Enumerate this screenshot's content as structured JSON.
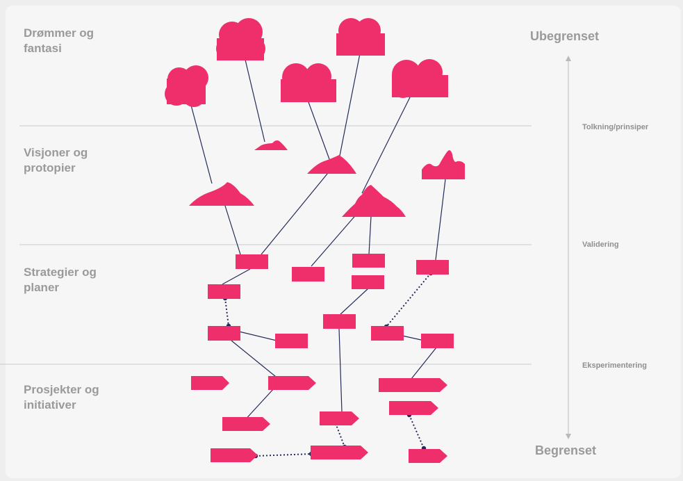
{
  "bands": [
    {
      "label": "Drømmer og\nfantasi"
    },
    {
      "label": "Visjoner og\nprotopier"
    },
    {
      "label": "Strategier og\nplaner"
    },
    {
      "label": "Prosjekter og\ninitiativer"
    }
  ],
  "scale": {
    "top": "Ubegrenset",
    "bottom": "Begrenset",
    "stages": [
      "Tolkning/prinsiper",
      "Validering",
      "Eksperimentering"
    ]
  },
  "colors": {
    "accent": "#ee2f6b",
    "line": "#232a57",
    "label": "#9a9a9a",
    "divider": "#c9c9cc",
    "background": "#f6f6f7"
  }
}
